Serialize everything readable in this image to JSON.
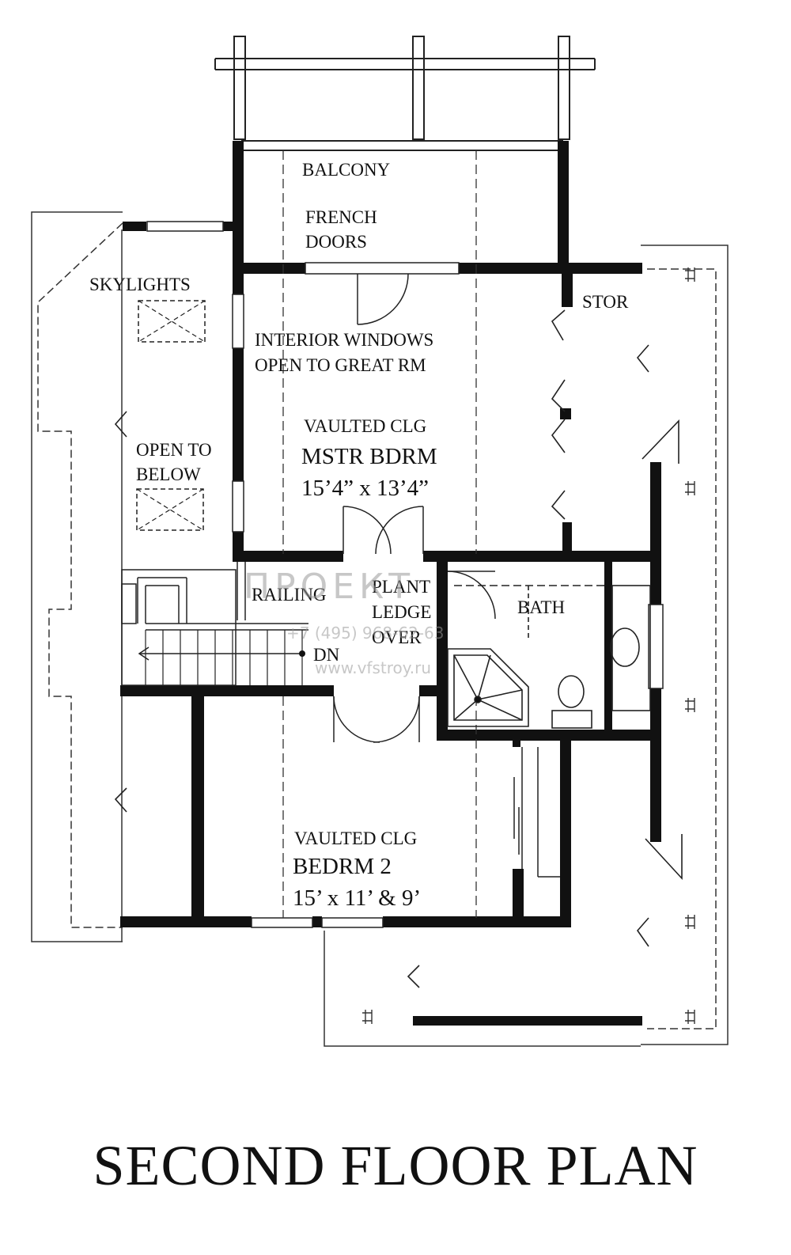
{
  "plan": {
    "title": "SECOND FLOOR PLAN",
    "rooms": {
      "balcony": "BALCONY",
      "french_doors_1": "FRENCH",
      "french_doors_2": "DOORS",
      "skylights": "SKYLIGHTS",
      "stor": "STOR",
      "interior_windows_1": "INTERIOR WINDOWS",
      "interior_windows_2": "OPEN TO GREAT RM",
      "master_clg": "VAULTED CLG",
      "master_name": "MSTR BDRM",
      "master_size": "15’4” x 13’4”",
      "open_below_1": "OPEN TO",
      "open_below_2": "BELOW",
      "railing": "RAILING",
      "plant_1": "PLANT",
      "plant_2": "LEDGE",
      "plant_3": "OVER",
      "bath": "BATH",
      "dn": "DN",
      "bed2_clg": "VAULTED CLG",
      "bed2_name": "BEDRM 2",
      "bed2_size": "15’ x 11’ & 9’"
    },
    "watermark": {
      "brand": "ПРОЕКТ",
      "phone": "+7 (495) 968-62-63",
      "site": "www.vfstroy.ru"
    }
  }
}
